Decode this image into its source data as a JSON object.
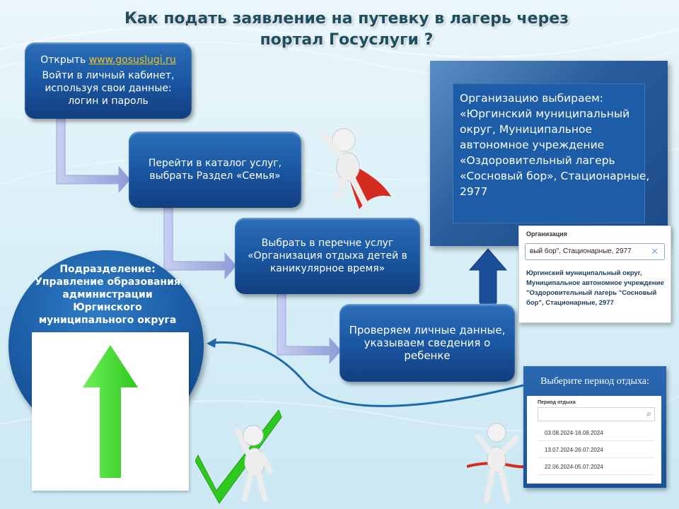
{
  "title": {
    "line1": "Как подать заявление на путевку в лагерь через",
    "line2": "портал Госуслуги ?"
  },
  "steps": [
    {
      "prefix": "Открыть ",
      "link": "www.gosuslugi.ru",
      "text": "Войти в личный кабинет, используя свои данные: логин и пароль"
    },
    {
      "text": "Перейти в каталог услуг, выбрать Раздел «Семья»"
    },
    {
      "text": "Выбрать в перечне услуг «Организация отдыха детей в каникулярное время»"
    },
    {
      "text": "Проверяем личные данные, указываем сведения о ребенке"
    }
  ],
  "organization_info": "Организацию выбираем: «Юргинский муниципальный округ, Муниципальное автономное учреждение «Оздоровительный лагерь «Сосновый бор», Стационарные, 2977",
  "org_popup": {
    "label": "Организация",
    "field_value": "вый бор\", Стационарные, 2977",
    "result": "Юргинский муниципальный округ, Муниципальное автономное учреждение \"Оздоровительный лагерь \"Сосновый бор\", Стационарные, 2977"
  },
  "subdivision": "Подразделение: Управление образования администрации Юргинского муниципального округа",
  "period": {
    "title": "Выберите период отдыха:",
    "label": "Период отдыха",
    "options": [
      "03.08.2024-16.08.2024",
      "13.07.2024-26.07.2024",
      "22.06.2024-05.07.2024"
    ]
  },
  "colors": {
    "step_blue": "#1a57a3",
    "title": "#1f4e61",
    "link": "#f3c319",
    "green_arrow": "#4ee43a"
  }
}
